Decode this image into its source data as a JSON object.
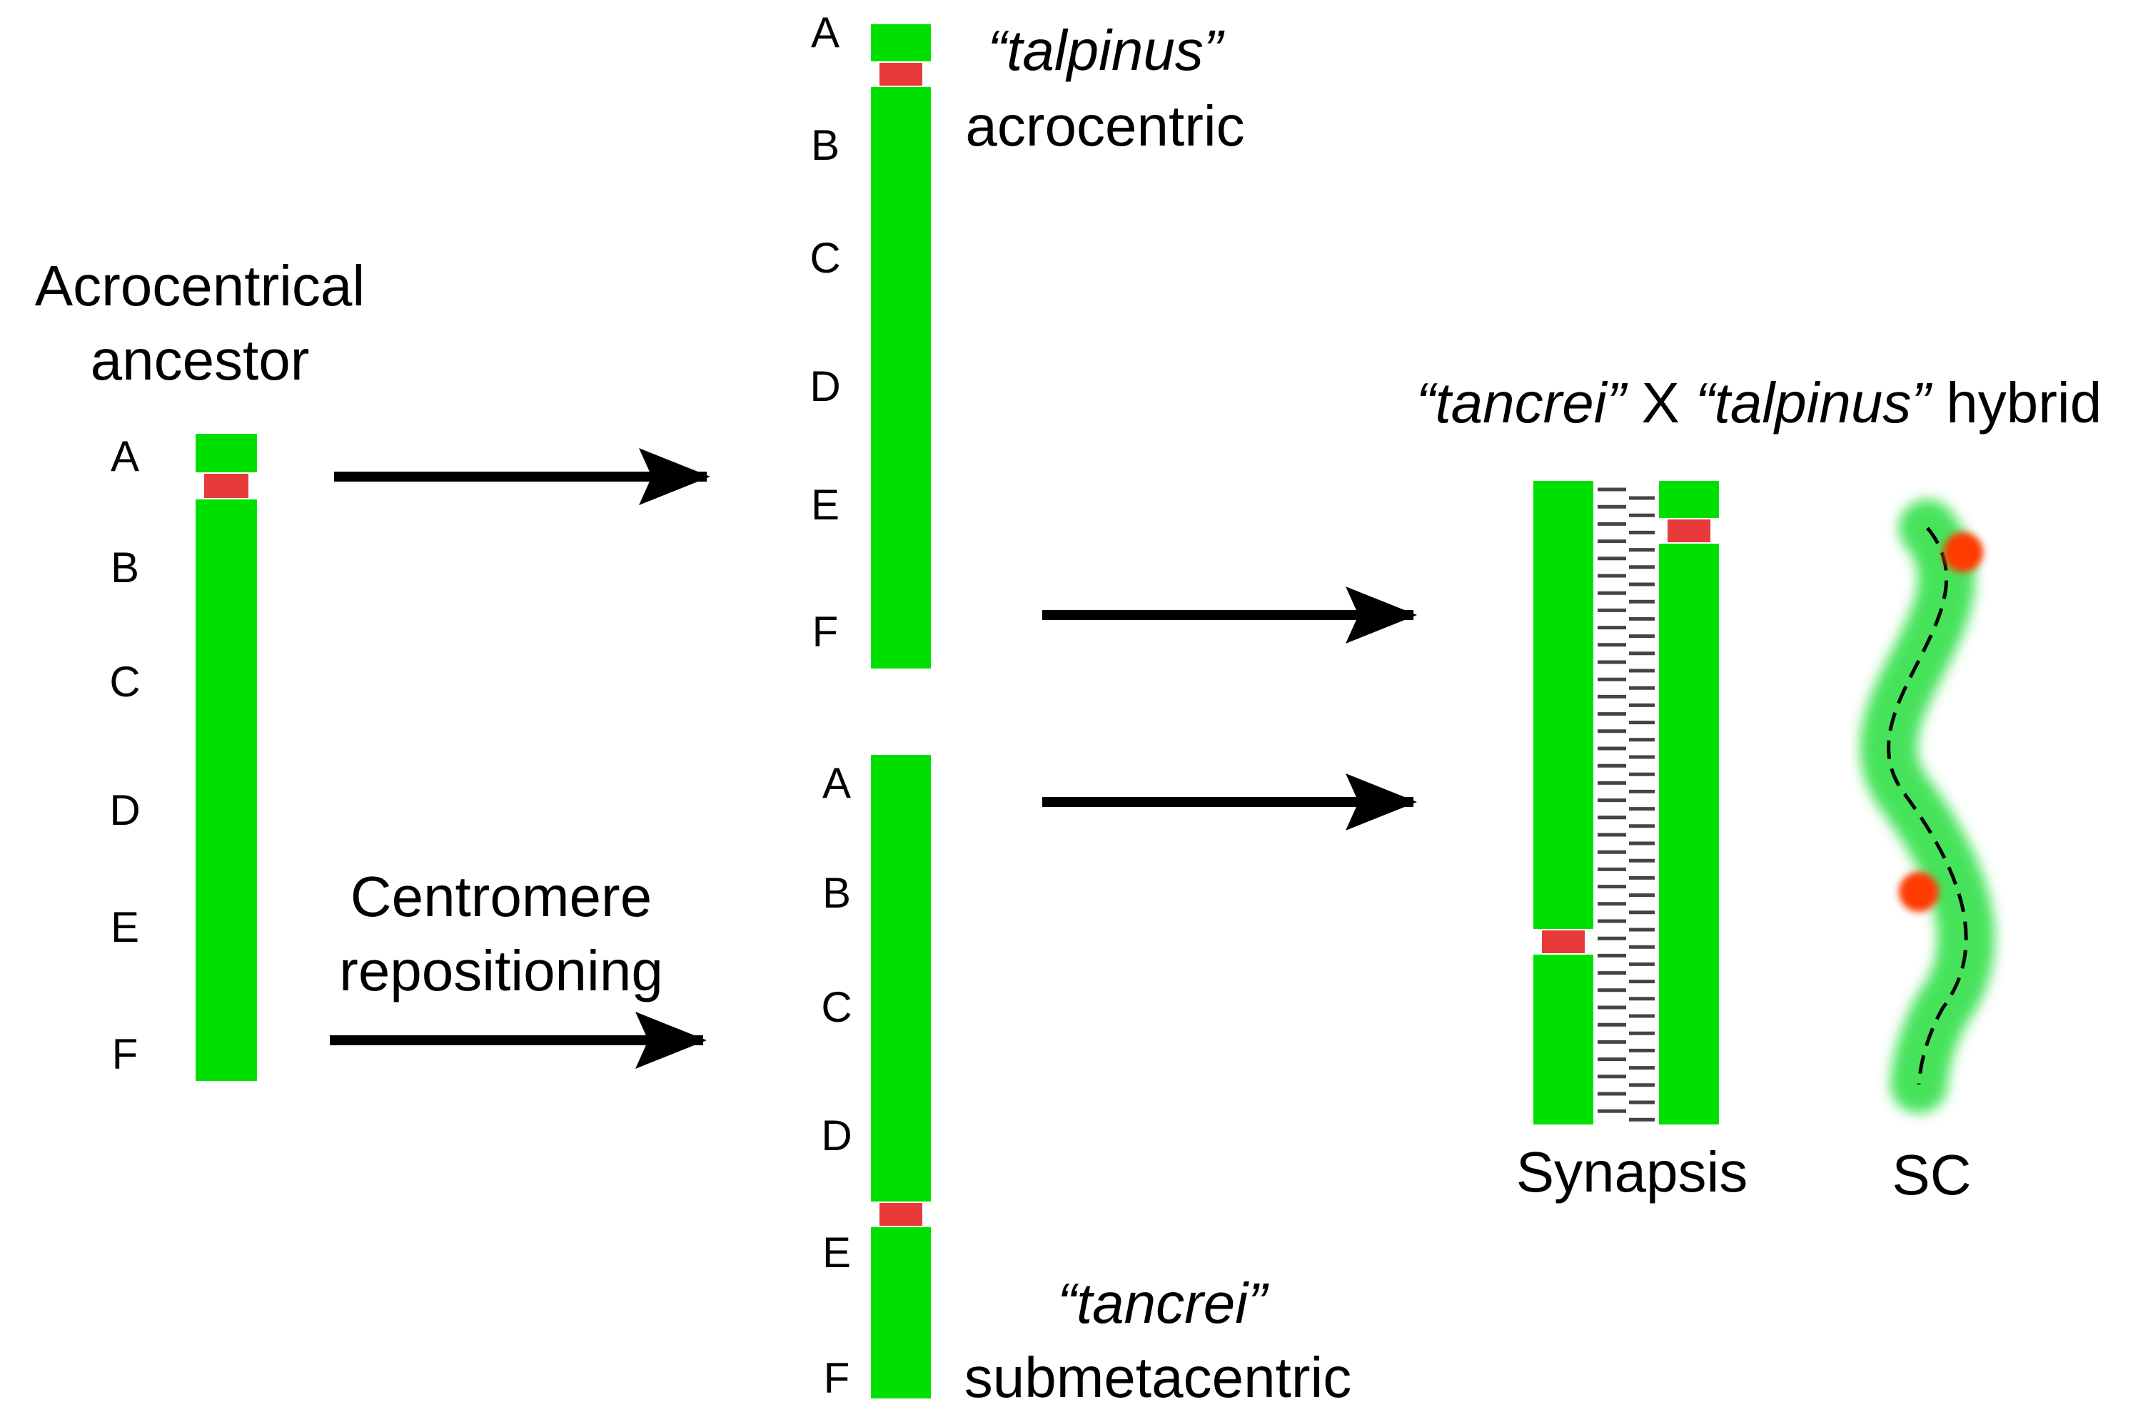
{
  "ancestor": {
    "line1": "Acrocentrical",
    "line2": "ancestor",
    "letters": [
      "A",
      "B",
      "C",
      "D",
      "E",
      "F"
    ]
  },
  "repositioning": {
    "line1": "Centromere",
    "line2": "repositioning"
  },
  "talpinus": {
    "name": "“talpinus”",
    "type": "acrocentric",
    "letters": [
      "A",
      "B",
      "C",
      "D",
      "E",
      "F"
    ]
  },
  "tancrei": {
    "name": "“tancrei”",
    "type": "submetacentric",
    "letters": [
      "A",
      "B",
      "C",
      "D",
      "E",
      "F"
    ]
  },
  "hybrid": {
    "name1": "“tancrei”",
    "cross": " X ",
    "name2": "“talpinus”",
    "suffix": " hybrid"
  },
  "synapsis_label": "Synapsis",
  "sc_label": "SC",
  "colors": {
    "chromosome": "#00e000",
    "centromere": "#e83a3a",
    "arrow": "#000000",
    "ladder": "#444444",
    "focus": "#ff3a00"
  }
}
